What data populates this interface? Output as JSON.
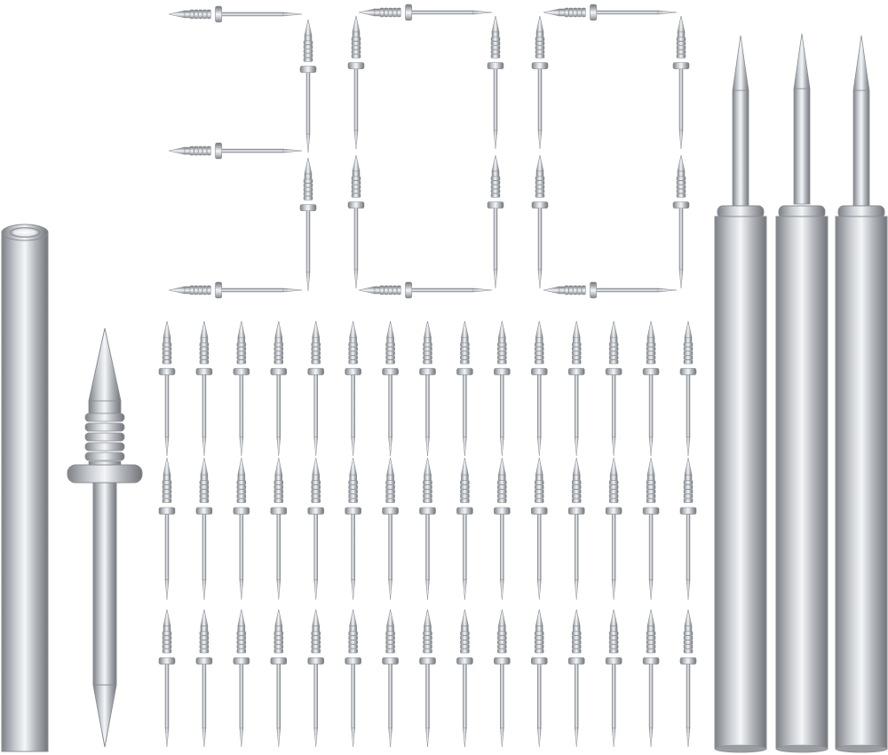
{
  "product": {
    "digits": [
      "3",
      "0",
      "0"
    ],
    "pin_grid": {
      "rows": 3,
      "columns": 15
    },
    "setter_tools": 3
  },
  "colors": {
    "background": "#ffffff",
    "metal_dark": "#7d8186",
    "metal_mid": "#b9bdc2",
    "metal_light": "#f4f6f8",
    "outline": "#8a8e93"
  }
}
